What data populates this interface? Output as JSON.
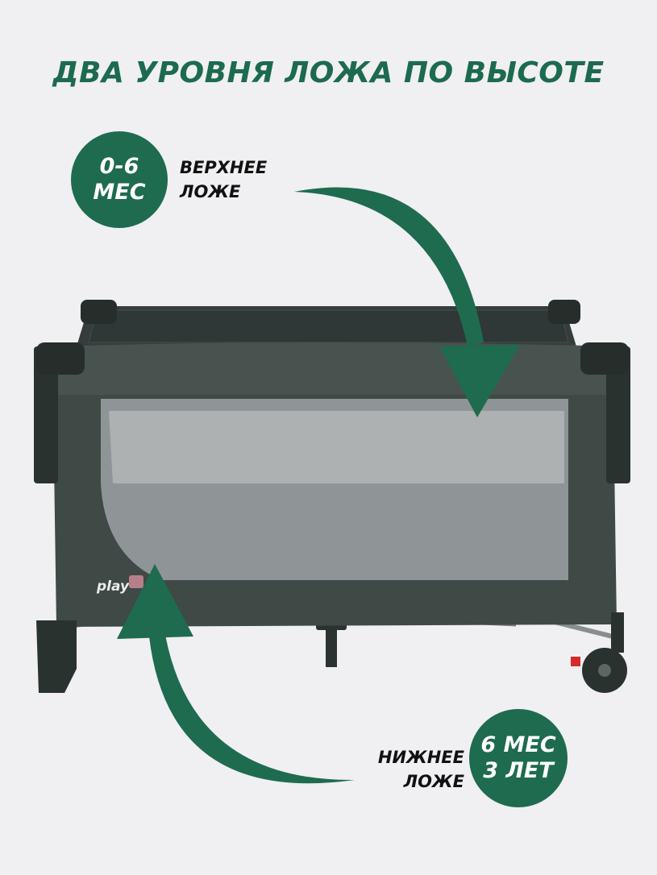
{
  "title": "ДВА УРОВНЯ ЛОЖА ПО ВЫСОТЕ",
  "upper": {
    "badge_line1": "0-6",
    "badge_line2": "МЕС",
    "label_line1": "ВЕРХНЕЕ",
    "label_line2": "ЛОЖЕ"
  },
  "lower": {
    "badge_line1": "6 МЕС",
    "badge_line2": "3 ЛЕТ",
    "label_line1": "НИЖНЕЕ",
    "label_line2": "ЛОЖЕ"
  },
  "brand_logo": "play+",
  "colors": {
    "accent": "#1e6b50",
    "background": "#f0eff1",
    "fabric": "#3c4643"
  }
}
